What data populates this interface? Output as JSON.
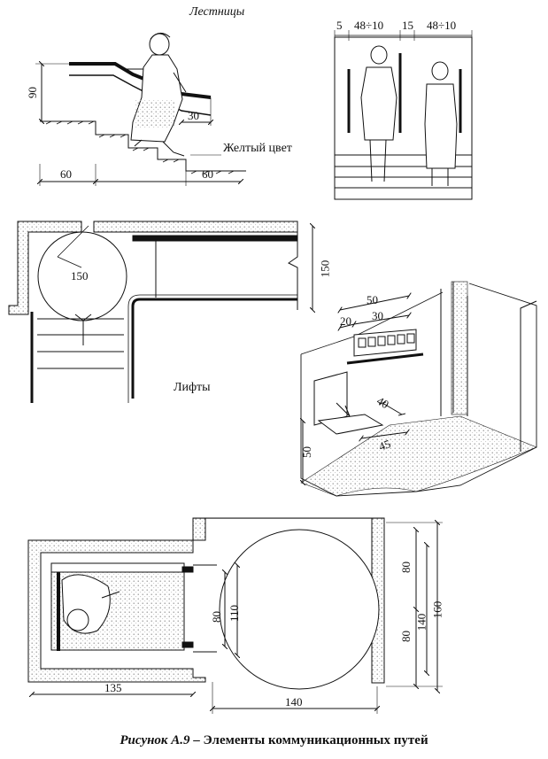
{
  "labels": {
    "stairs": "Лестницы",
    "yellow": "Желтый цвет",
    "lifts": "Лифты"
  },
  "dims": {
    "stair_h": "90",
    "stair_60a": "60",
    "stair_60b": "60",
    "stair_30": "30",
    "top_5": "5",
    "top_48a": "48÷10",
    "top_15": "15",
    "top_48b": "48÷10",
    "plan_150c": "150",
    "plan_150v": "150",
    "lift_50": "50",
    "lift_20": "20",
    "lift_30": "30",
    "lift_40": "40",
    "lift_45": "45",
    "lift_50v": "50",
    "bot_80a": "80",
    "bot_80b": "80",
    "bot_80c": "80",
    "bot_110": "110",
    "bot_140v": "140",
    "bot_160": "160",
    "bot_135": "135",
    "bot_140h": "140"
  },
  "caption": {
    "prefix": "Рисунок А.9",
    "dash": " – ",
    "text": "Элементы коммуникационных путей"
  },
  "colors": {
    "ink": "#111111",
    "paper": "#ffffff",
    "dots": "#9a9a9a"
  }
}
